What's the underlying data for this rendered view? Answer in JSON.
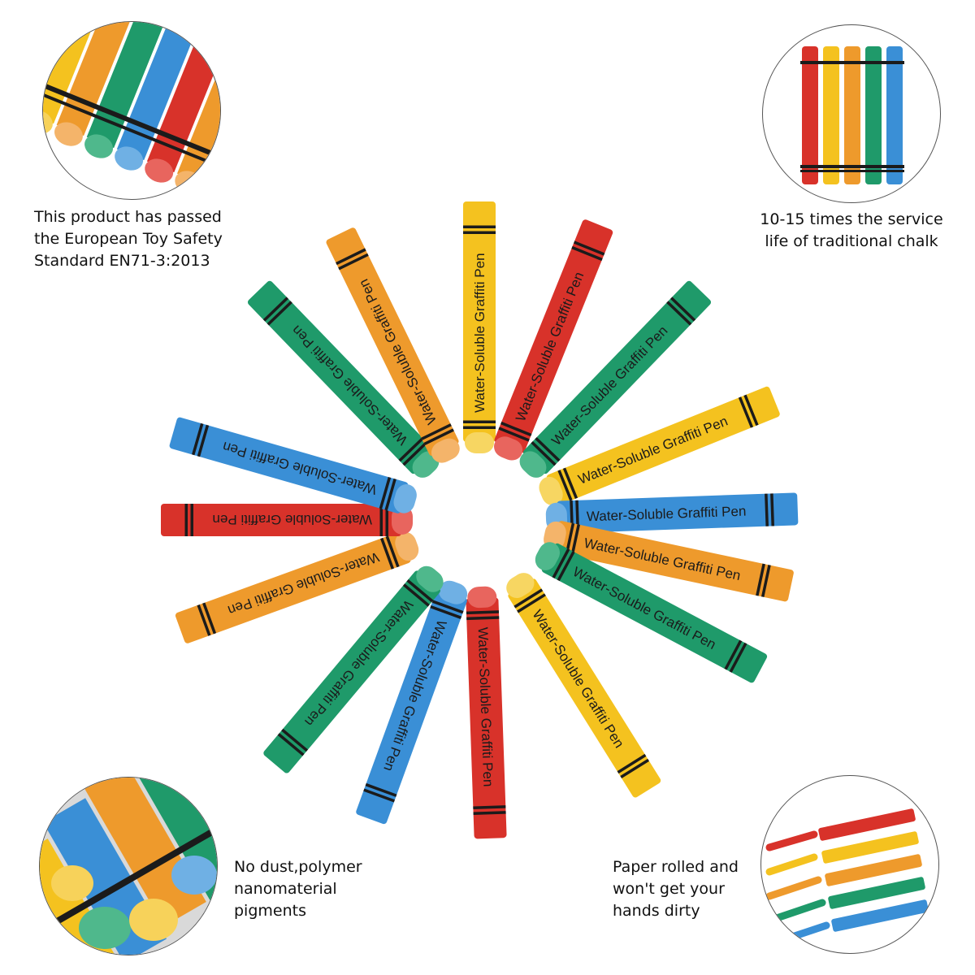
{
  "crayon_label": "Water-Soluble Graffiti Pen",
  "colors": {
    "yellow": "#f4c21f",
    "orange": "#ee9a2c",
    "red": "#d8322a",
    "green": "#1f9a6a",
    "blue": "#3a8fd6",
    "band": "#1b1b1b"
  },
  "wheel": [
    {
      "color": "yellow",
      "angle": -90
    },
    {
      "color": "red",
      "angle": -68
    },
    {
      "color": "green",
      "angle": -46
    },
    {
      "color": "yellow",
      "angle": -22
    },
    {
      "color": "blue",
      "angle": -2
    },
    {
      "color": "orange",
      "angle": 12
    },
    {
      "color": "green",
      "angle": 28
    },
    {
      "color": "yellow",
      "angle": 58
    },
    {
      "color": "red",
      "angle": 88
    },
    {
      "color": "blue",
      "angle": 110
    },
    {
      "color": "green",
      "angle": 130
    },
    {
      "color": "orange",
      "angle": 160
    },
    {
      "color": "red",
      "angle": 180
    },
    {
      "color": "blue",
      "angle": 196
    },
    {
      "color": "green",
      "angle": 226
    },
    {
      "color": "orange",
      "angle": 244
    }
  ],
  "features": {
    "top_left": {
      "lines": [
        "This product has passed",
        "the European Toy Safety",
        "Standard EN71-3:2013"
      ]
    },
    "top_right": {
      "lines": [
        "10-15 times the service",
        "life of traditional chalk"
      ]
    },
    "bottom_left": {
      "lines": [
        "No dust,polymer",
        "nanomaterial",
        "pigments"
      ]
    },
    "bottom_right": {
      "lines": [
        "Paper rolled and",
        "won't get your",
        "hands dirty"
      ]
    }
  }
}
